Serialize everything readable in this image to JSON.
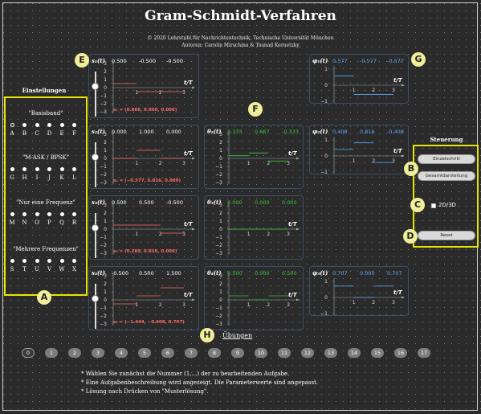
{
  "header": {
    "title": "Gram-Schmidt-Verfahren",
    "copyright": "© 2020 Lehrstuhl für Nachrichtentechnik, Technische Universität München",
    "authors": "Autoren: Carolin Mirschina & Tasnad Kernetzky"
  },
  "markers": [
    "A",
    "B",
    "C",
    "D",
    "E",
    "F",
    "G",
    "H"
  ],
  "settings": {
    "title": "Einstellungen",
    "groups": [
      {
        "label": "\"Basisband\"",
        "letters": [
          "A",
          "B",
          "C",
          "D",
          "E",
          "F"
        ],
        "selected": 0
      },
      {
        "label": "\"M-ASK / BPSK\"",
        "letters": [
          "G",
          "H",
          "I",
          "J",
          "K",
          "L"
        ],
        "selected": -1
      },
      {
        "label": "\"Nur eine Frequenz\"",
        "letters": [
          "M",
          "N",
          "O",
          "P",
          "Q",
          "R"
        ],
        "selected": -1
      },
      {
        "label": "\"Mehrere Frequenzen\"",
        "letters": [
          "S",
          "T",
          "U",
          "V",
          "W",
          "X"
        ],
        "selected": -1
      }
    ]
  },
  "control": {
    "title": "Steuerung",
    "step_button": "Einzelschritt",
    "overview_button": "Gesamtdarstellung",
    "toggle_label": "2D/3D",
    "reset_button": "Reset"
  },
  "axis_labels": {
    "time": "t/T",
    "yticks": [
      "3",
      "2",
      "1",
      "0",
      "−1",
      "−2",
      "−3"
    ],
    "xticks": [
      "1",
      "2",
      "3"
    ]
  },
  "s_panels": [
    {
      "name": "s₁(t)",
      "values": [
        "0.500",
        "-0.500",
        "-0.500"
      ],
      "vector": "s₁ = (0.866, 0.000, 0.000)"
    },
    {
      "name": "s₂(t)",
      "values": [
        "0.000",
        "1.000",
        "0.000"
      ],
      "vector": "s₂ = (−0.577, 0.816, 0.000)"
    },
    {
      "name": "s₃(t)",
      "values": [
        "0.500",
        "0.500",
        "-0.500"
      ],
      "vector": "s₃ = (0.289, 0.816, 0.000)"
    },
    {
      "name": "s₄(t)",
      "values": [
        "-0.500",
        "0.500",
        "1.500"
      ],
      "vector": "s₄ = (−1.444, −0.408, 0.707)"
    }
  ],
  "theta_panels": [
    {
      "name": "θ₂(t)",
      "values": [
        "0.333",
        "0.667",
        "-0.333"
      ]
    },
    {
      "name": "θ₃(t)",
      "values": [
        "0.000",
        "0.000",
        "0.000"
      ]
    },
    {
      "name": "θ₄(t)",
      "values": [
        "0.500",
        "0.000",
        "0.500"
      ]
    }
  ],
  "phi_panels": [
    {
      "name": "φ₁(t)",
      "values": [
        "0.577",
        "-0.577",
        "-0.577"
      ]
    },
    {
      "name": "φ₂(t)",
      "values": [
        "0.408",
        "0.816",
        "-0.408"
      ]
    },
    {
      "name": "φ₃(t)",
      "values": [
        "0.707",
        "0.000",
        "0.707"
      ]
    }
  ],
  "exercises": {
    "title": "Übungen",
    "numbers": [
      "0",
      "1",
      "2",
      "3",
      "4",
      "5",
      "6",
      "7",
      "8",
      "9",
      "10",
      "11",
      "12",
      "13",
      "14",
      "15",
      "16",
      "17"
    ],
    "selected": 0,
    "instructions": [
      "* Wählen Sie zunächst die Nummer (1,...) der zu bearbeitenden Aufgabe.",
      "* Eine Aufgabenbeschreibung wird angezeigt. Die Parameterwerte sind angepasst.",
      "* Lösung nach Drücken von \"Musterlösung\"."
    ]
  },
  "colors": {
    "s_curve": "#ff6b6b",
    "theta_curve": "#3cc43c",
    "phi_curve": "#5aa8ff",
    "highlight": "#e6e600",
    "marker_fill": "#f0ee9a"
  }
}
